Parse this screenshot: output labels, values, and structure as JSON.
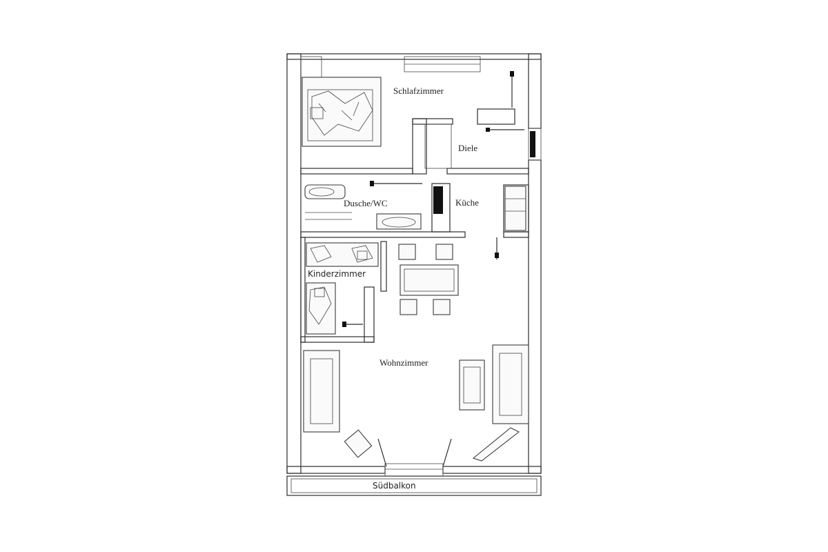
{
  "plan": {
    "rooms": {
      "schlafzimmer": "Schlafzimmer",
      "diele": "Diele",
      "dusche_wc": "Dusche/WC",
      "kueche": "Küche",
      "kinderzimmer": "Kinderzimmer",
      "wohnzimmer": "Wohnzimmer",
      "suedbalkon": "Südbalkon"
    },
    "colors": {
      "wall_hatch": "#2b2b2b",
      "background": "#ffffff"
    }
  }
}
